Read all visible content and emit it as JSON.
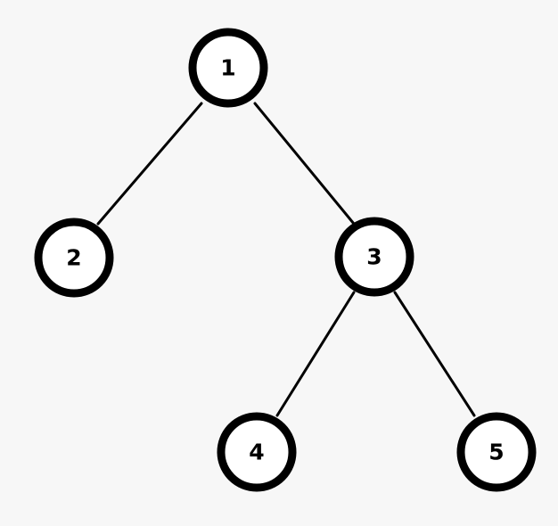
{
  "tree": {
    "nodes": [
      {
        "id": "1",
        "label": "1"
      },
      {
        "id": "2",
        "label": "2"
      },
      {
        "id": "3",
        "label": "3"
      },
      {
        "id": "4",
        "label": "4"
      },
      {
        "id": "5",
        "label": "5"
      }
    ],
    "edges": [
      {
        "from": "1",
        "to": "2"
      },
      {
        "from": "1",
        "to": "3"
      },
      {
        "from": "3",
        "to": "4"
      },
      {
        "from": "3",
        "to": "5"
      }
    ]
  }
}
